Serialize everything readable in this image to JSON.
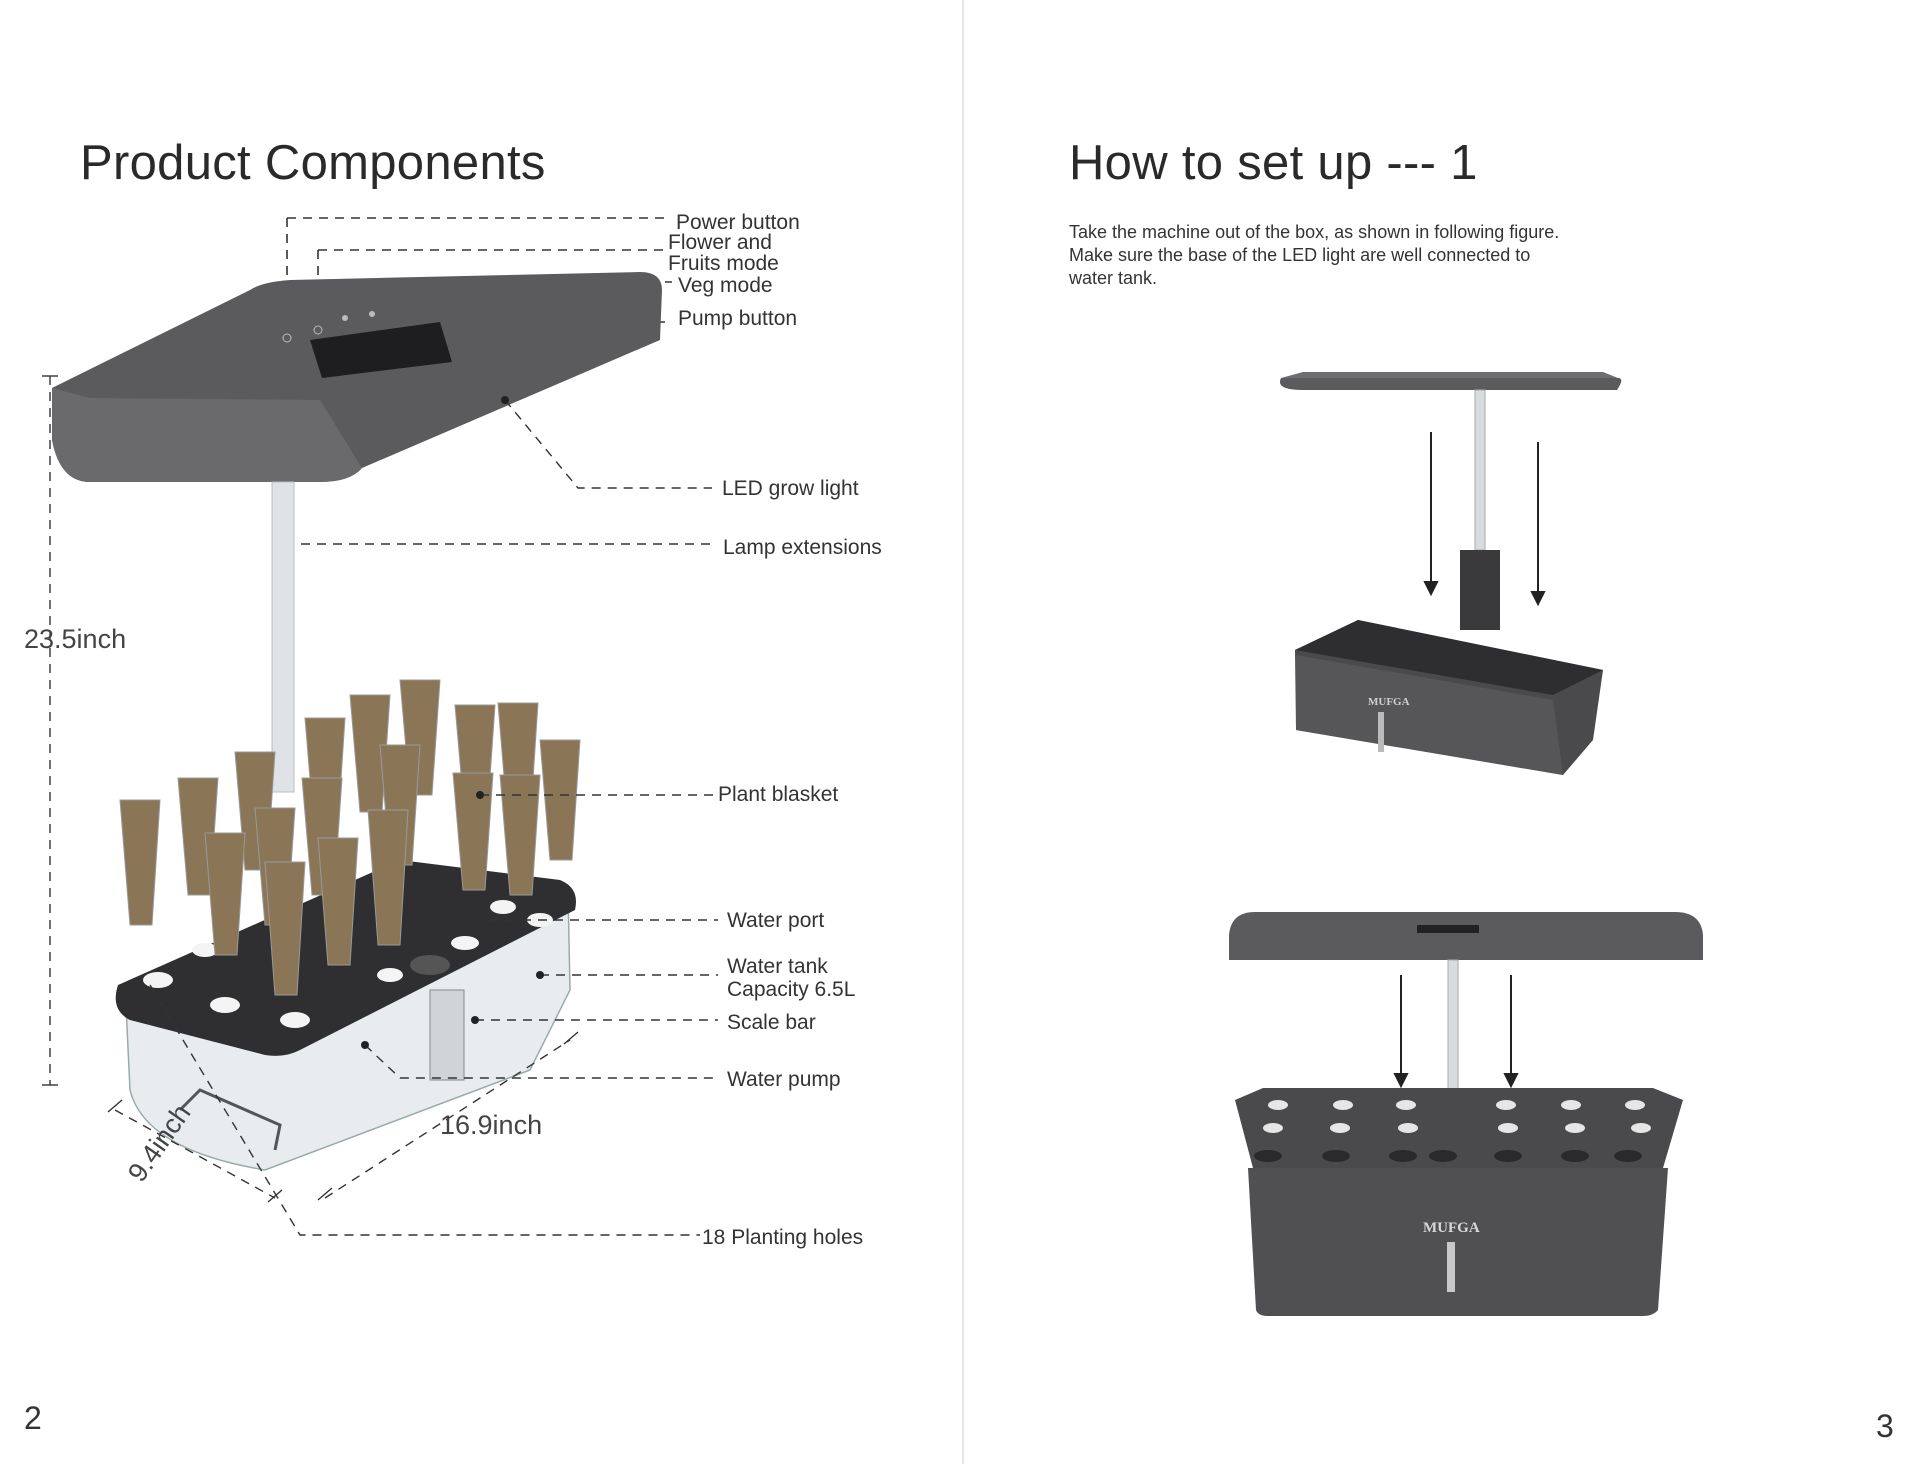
{
  "left_page": {
    "title": "Product Components",
    "callouts": {
      "power_button": "Power button",
      "flower_fruits_line1": "Flower and",
      "flower_fruits_line2": "Fruits mode",
      "veg_mode": "Veg mode",
      "pump_button": "Pump button",
      "led_grow_light": "LED grow light",
      "lamp_extensions": "Lamp extensions",
      "plant_basket": "Plant blasket",
      "water_port": "Water port",
      "water_tank_line1": "Water tank",
      "water_tank_line2": "Capacity  6.5L",
      "scale_bar": "Scale bar",
      "water_pump": "Water pump",
      "planting_holes": "18 Planting holes"
    },
    "dimensions": {
      "height": "23.5inch",
      "length": "16.9inch",
      "width": "9.4inch"
    },
    "page_number": "2"
  },
  "right_page": {
    "title": "How to set up --- 1",
    "instructions": [
      "Take the machine out of the box, as shown in following figure.",
      "Make sure the base of the LED light are well connected to",
      "water tank."
    ],
    "brand_label": "MUFGA",
    "page_number": "3"
  },
  "colors": {
    "lamp_gray": "#5a5a5c",
    "tank_dark": "#3e3e40",
    "clear_tank": "#e8ecee",
    "soil": "#8a7656"
  }
}
